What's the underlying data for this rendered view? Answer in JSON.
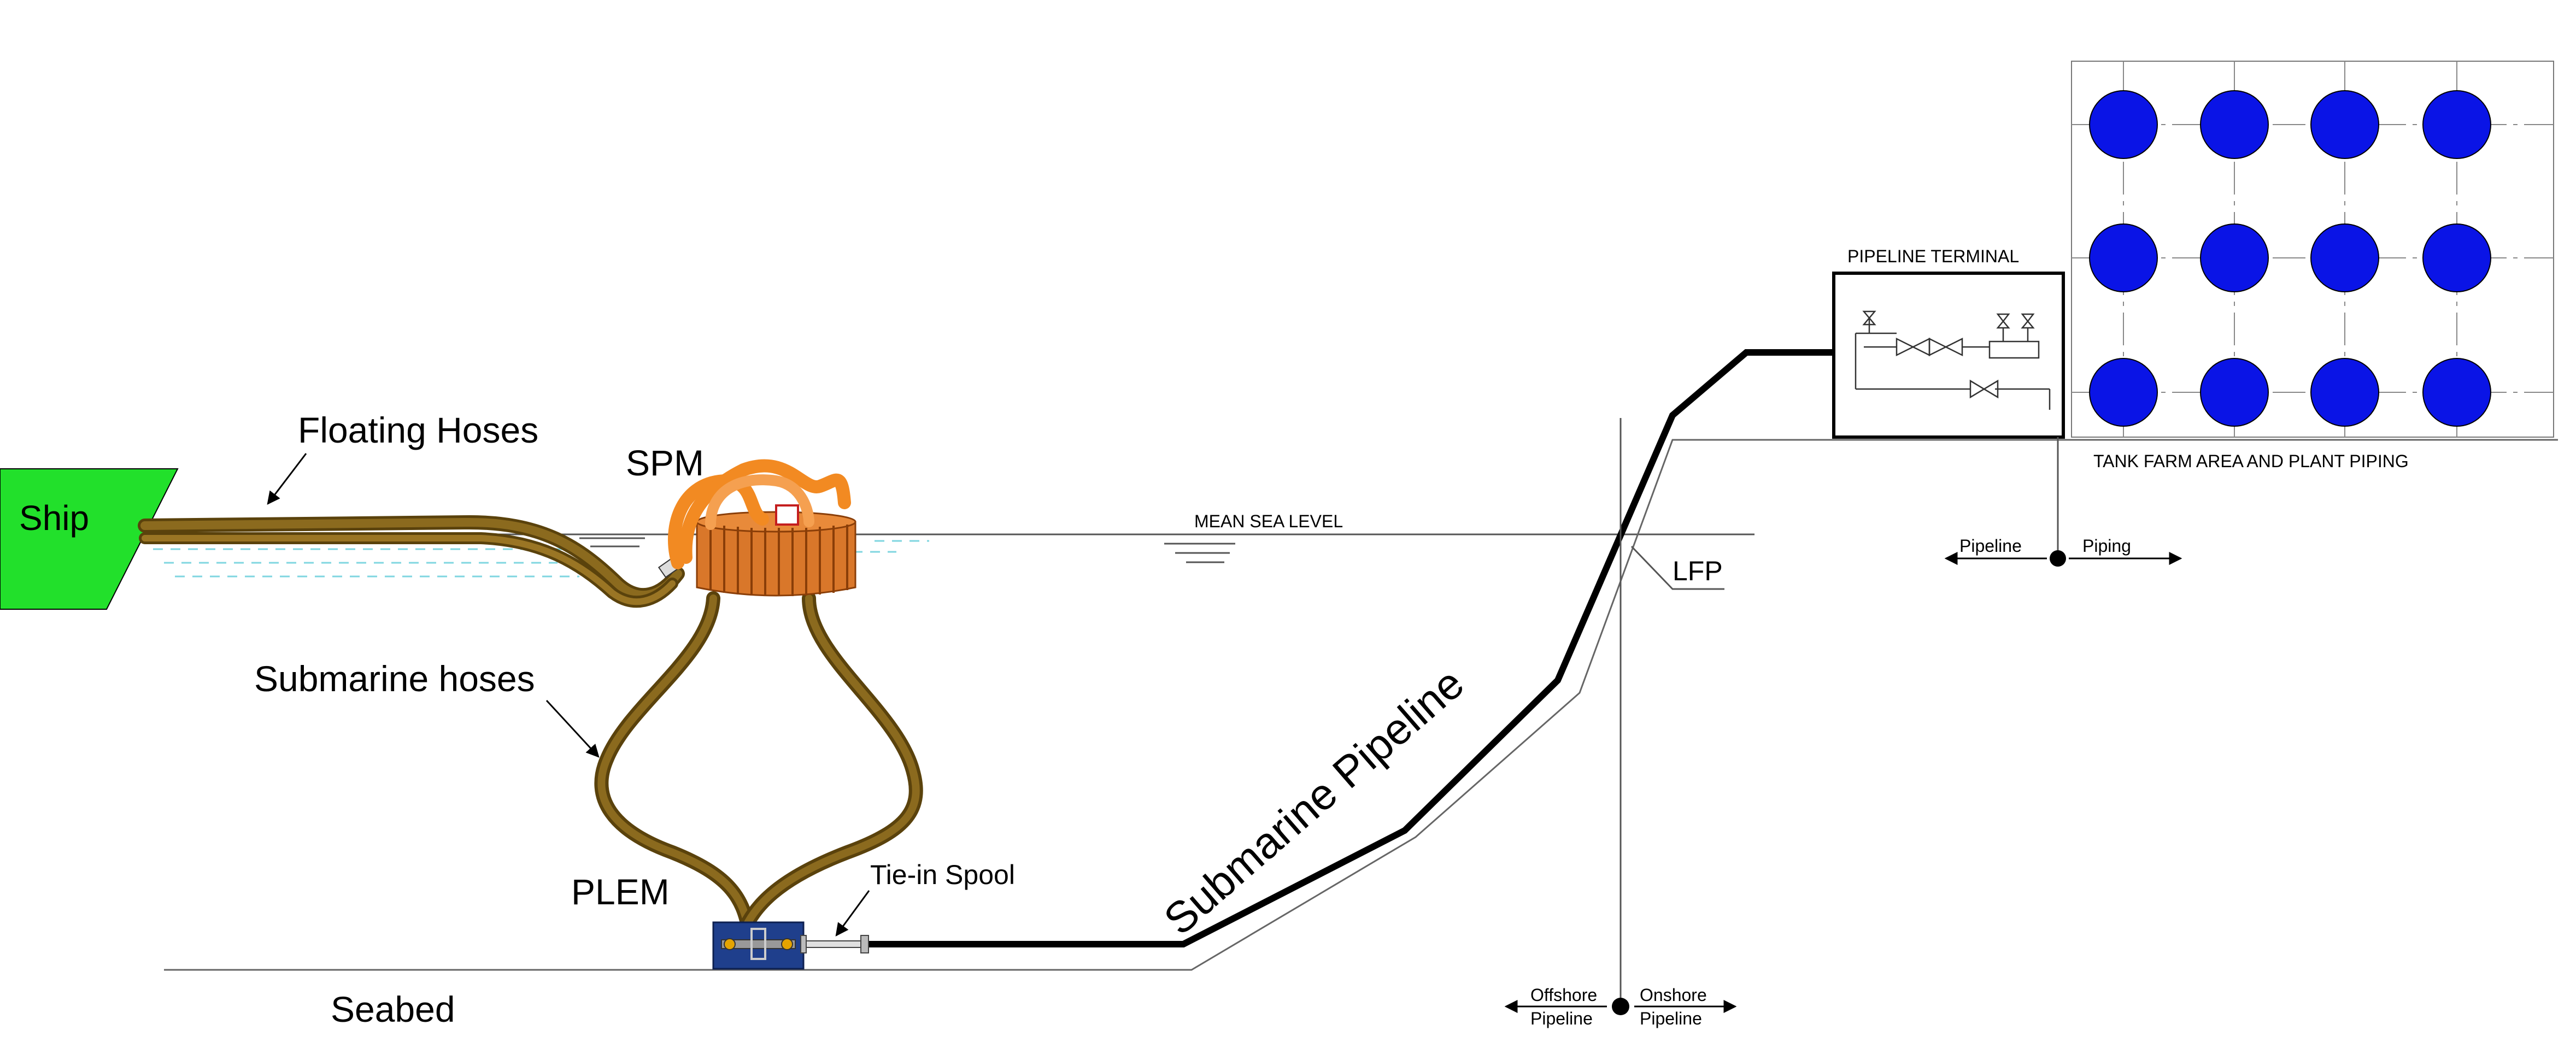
{
  "labels": {
    "ship": "Ship",
    "floating_hoses": "Floating Hoses",
    "spm": "SPM",
    "submarine_hoses": "Submarine hoses",
    "plem": "PLEM",
    "tie_in_spool": "Tie-in Spool",
    "seabed": "Seabed",
    "mean_sea_level": "MEAN SEA LEVEL",
    "submarine_pipeline": "Submarine Pipeline",
    "lfp": "LFP",
    "pipeline_terminal": "PIPELINE TERMINAL",
    "tank_farm": "TANK FARM AREA AND PLANT PIPING",
    "pipeline": "Pipeline",
    "piping": "Piping",
    "offshore": "Offshore",
    "onshore": "Onshore",
    "pipeline_word": "Pipeline"
  },
  "colors": {
    "ship": "#22E02B",
    "tank": "#0A14E6",
    "hose": "#7A5A12",
    "spm_buoy": "#D9772A",
    "spm_hoses": "#F28A22",
    "plem": "#1F3F8C",
    "water": "#7FD6E0",
    "pipeline": "#000000"
  },
  "tank_farm": {
    "rows": 3,
    "cols": 4
  }
}
